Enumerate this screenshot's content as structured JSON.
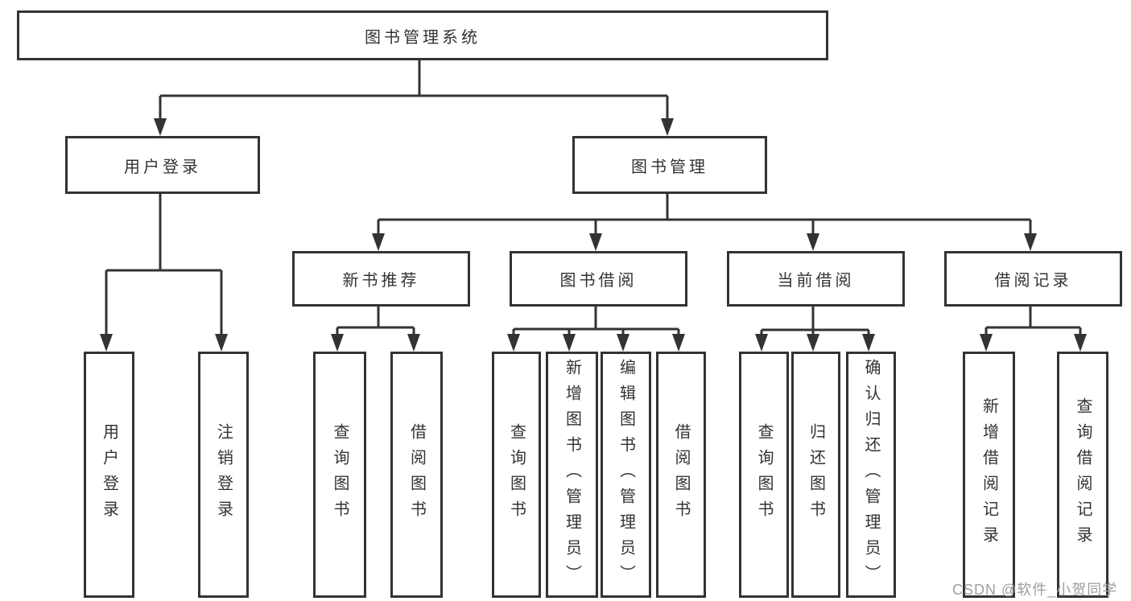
{
  "tree": {
    "label": "图书管理系统",
    "children": [
      {
        "label": "用户登录",
        "children": [
          {
            "label": "用户登录"
          },
          {
            "label": "注销登录"
          }
        ]
      },
      {
        "label": "图书管理",
        "children": [
          {
            "label": "新书推荐",
            "children": [
              {
                "label": "查询图书"
              },
              {
                "label": "借阅图书"
              }
            ]
          },
          {
            "label": "图书借阅",
            "children": [
              {
                "label": "查询图书"
              },
              {
                "label": "新增图书（管理员）"
              },
              {
                "label": "编辑图书（管理员）"
              },
              {
                "label": "借阅图书"
              }
            ]
          },
          {
            "label": "当前借阅",
            "children": [
              {
                "label": "查询图书"
              },
              {
                "label": "归还图书"
              },
              {
                "label": "确认归还（管理员）"
              }
            ]
          },
          {
            "label": "借阅记录",
            "children": [
              {
                "label": "新增借阅记录"
              },
              {
                "label": "查询借阅记录"
              }
            ]
          }
        ]
      }
    ]
  },
  "watermark": {
    "text": "CSDN @软件_小贺同学",
    "color": "#9e9e9e"
  },
  "colors": {
    "line": "#333333",
    "box_border": "#333333",
    "text": "#333333",
    "background": "#ffffff"
  }
}
